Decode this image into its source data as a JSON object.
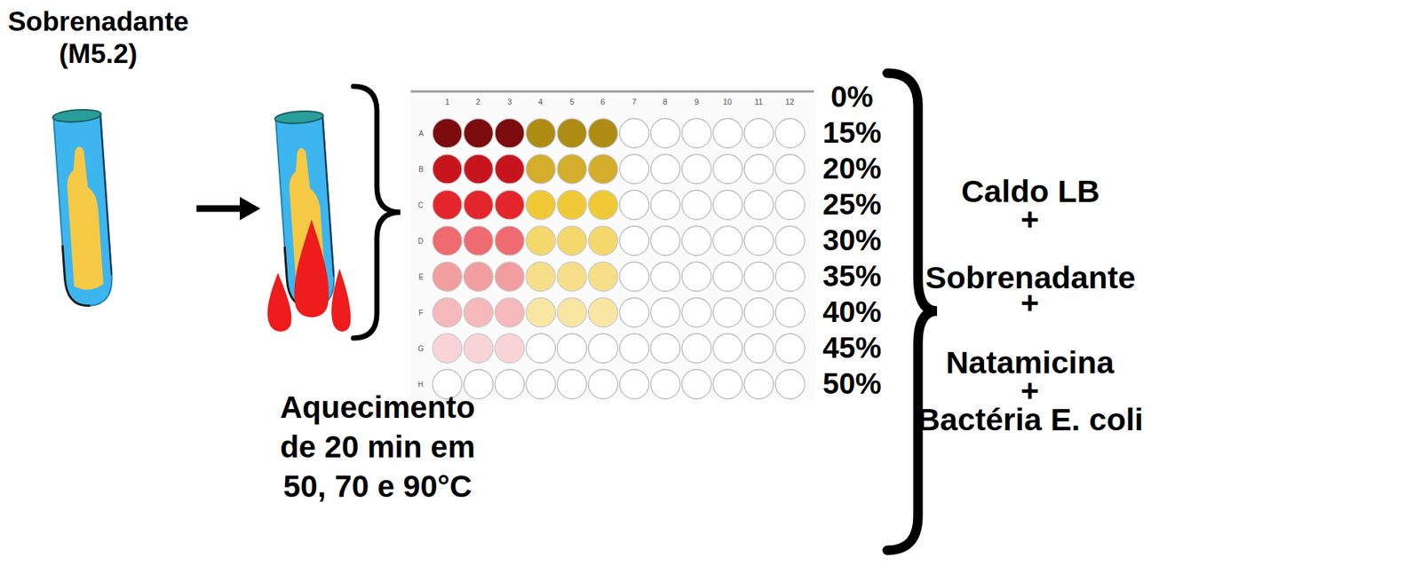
{
  "diagram": {
    "nodes": [
      {
        "text": [
          "Sobrenadante (M5.2)"
        ]
      },
      {
        "text": [
          "Aquecimento de 20 min em 50, 70 e 90°C"
        ]
      }
    ],
    "edges": [
      {
        "from": 0,
        "to": 1,
        "arrow": "to"
      }
    ],
    "labels": [
      "1",
      "2",
      "3",
      "4",
      "5",
      "6",
      "7",
      "8",
      "9",
      "10",
      "11",
      "12",
      "A",
      "B",
      "C",
      "D",
      "E",
      "F",
      "G",
      "H",
      "0%",
      "15%",
      "20%",
      "25%",
      "30%",
      "35%",
      "40%",
      "45%",
      "50%",
      "Caldo LB",
      "+",
      "Sobrenadante",
      "+",
      "Natamicina",
      "+",
      "Bactéria E. coli"
    ]
  }
}
